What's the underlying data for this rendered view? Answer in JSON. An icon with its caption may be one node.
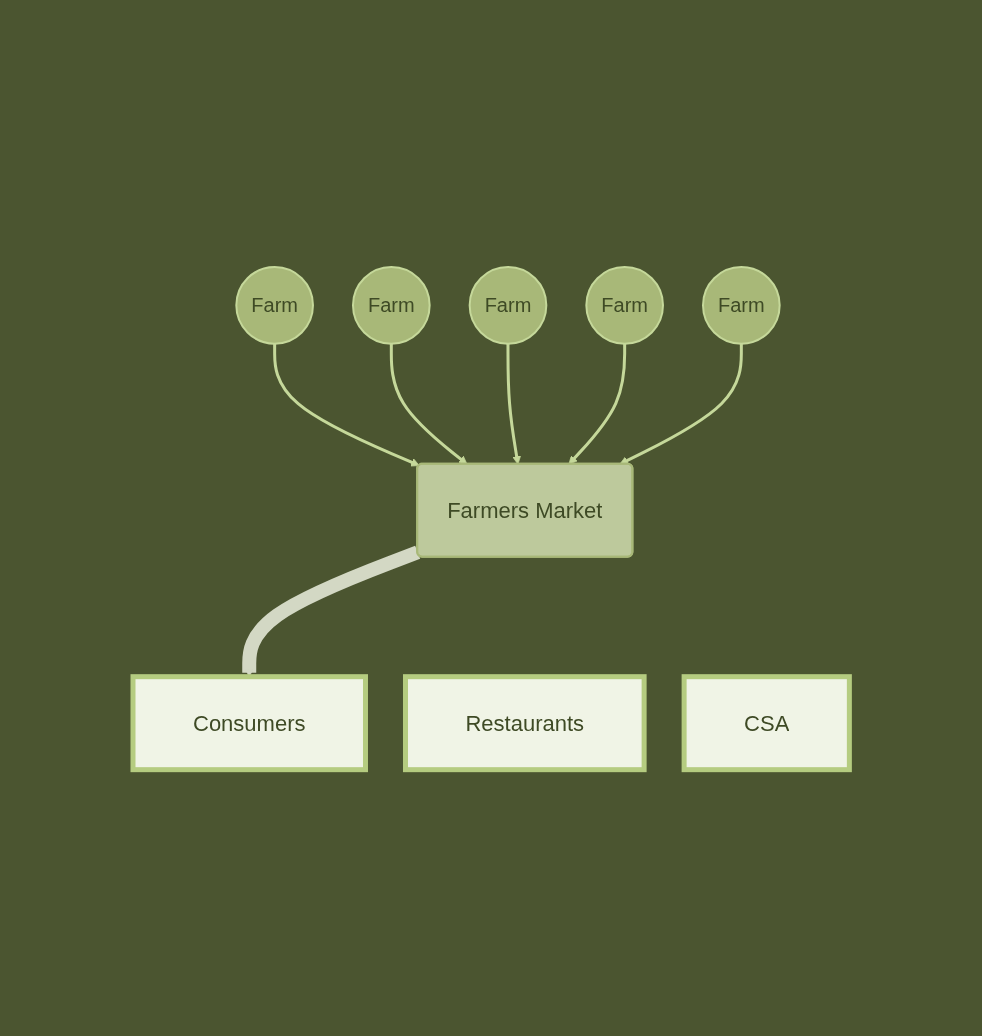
{
  "diagram": {
    "nodes": [
      {
        "text": [
          "Farm"
        ]
      },
      {
        "text": [
          "Farm"
        ]
      },
      {
        "text": [
          "Farm"
        ]
      },
      {
        "text": [
          "Farm"
        ]
      },
      {
        "text": [
          "Farm"
        ]
      },
      {
        "text": [
          "Farmers Market"
        ]
      },
      {
        "text": [
          "Restaurants"
        ]
      },
      {
        "text": [
          "Consumers"
        ]
      },
      {
        "text": [
          "CSA"
        ]
      }
    ],
    "edges": [
      {
        "from": 0,
        "to": 5,
        "arrow": "to"
      },
      {
        "from": 1,
        "to": 5,
        "arrow": "to"
      },
      {
        "from": 2,
        "to": 5,
        "arrow": "to"
      },
      {
        "from": 3,
        "to": 5,
        "arrow": "to"
      },
      {
        "from": 4,
        "to": 5,
        "arrow": "to"
      },
      {
        "from": 5,
        "to": 7,
        "arrow": "to",
        "style": "thick",
        "color": "#d3d8c4"
      }
    ]
  }
}
